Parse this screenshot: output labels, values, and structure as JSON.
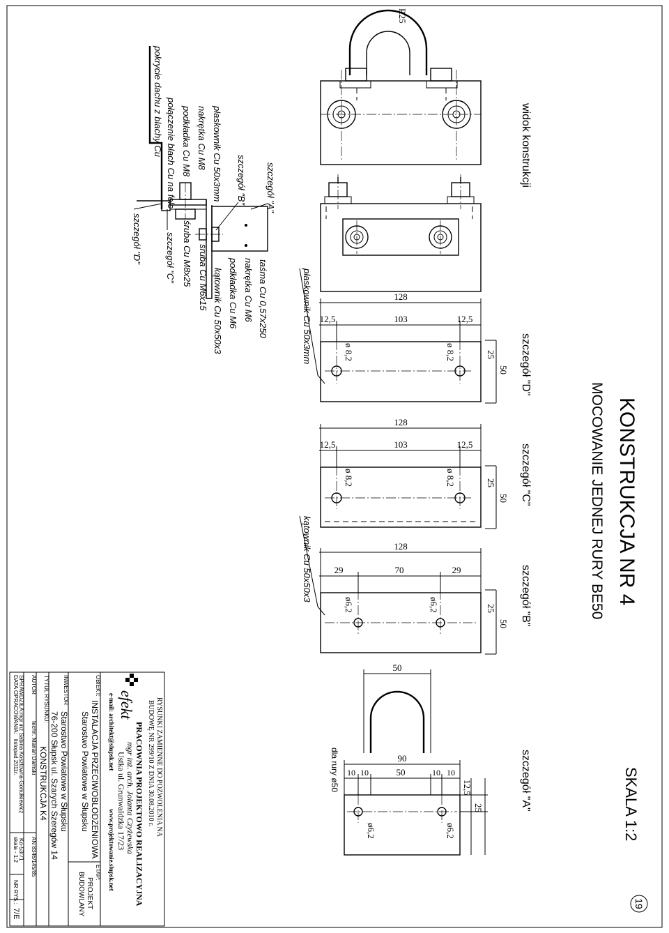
{
  "sheet": {
    "page_number": "19",
    "title": "KONSTRUKCJA NR 4",
    "subtitle": "MOCOWANIE JEDNEJ RURY BE50",
    "scale": "SKALA 1:2",
    "edge_mark": "R25"
  },
  "views": {
    "construction": "widok konstrukcji",
    "detail_A": "szczegół \"A\"",
    "detail_B": "szczegół \"B\"",
    "detail_C": "szczegół \"C\"",
    "detail_D": "szczegół \"D\""
  },
  "section_labels": [
    "pokrycie dachu z blachy Cu",
    "połączenie blach Cu na felc",
    "podkładka Cu M8",
    "nakrętka Cu M8",
    "płaskownik Cu  50x3mm",
    "szczegół \"B\"",
    "szczegół \"A\"",
    "szczegół \"D\"",
    "szczegół \"C\"",
    "śruba Cu M8x25",
    "śruba Cu M6x15",
    "kątownik Cu 50x50x3",
    "podkładka Cu M6",
    "nakrętka Cu  M6",
    "taśma Cu 0,57x250"
  ],
  "leaders": {
    "plaskownik": "płaskownik Cu  50x3mm",
    "katownik": "kątownik Cu 50x50x3",
    "pipe_note": "dla rury ø50"
  },
  "dims": {
    "d128": "128",
    "d103": "103",
    "d12_5": "12,5",
    "d25": "25",
    "d50": "50",
    "d70": "70",
    "d29": "29",
    "d90": "90",
    "d10": "10",
    "hole8": "ø 8,2",
    "hole6": "ø6,2"
  },
  "title_block": {
    "approval_line1": "RYSUNKI ZAMIENNE DO POZWOLENIA NA",
    "approval_line2": "BUDOWĘ NR 299/10 Z DNIA 30.08.2010 r.",
    "logo": "efekt",
    "office": "PRACOWNIA PROJEKTOWO REALIZACYJNA",
    "architect": "mgr inż. arch. Jolanta Czyżewska",
    "address": "Ustka  ul. Grunwaldzka 17/23",
    "email": "e-mail: architekt@slupsk.net",
    "web": "www.projektowanie.slupsk.net",
    "object_label": "OBIEKT:",
    "object_line1": "INSTALACJA PRZECIWOBLODZENIOWA",
    "object_line2": "Starostwo Powiatowe w Słupsku",
    "etap_label": "ETAP:",
    "etap_line1": "PROJEKT",
    "etap_line2": "BUDOWLANY",
    "investor_label": "INWESTOR",
    "investor_line1": "Starostwo Powiatowe w Słupsku",
    "investor_line2": "76-200 Słupsk ul. Szarych Szeregów 14",
    "drawing_title_label": "TYTUŁ RYSUNKU:",
    "drawing_title": "KONSTRUKCJA K4",
    "author_label": "AUTOR",
    "author": "techn. Marian Damski",
    "author_no": "AN 8346/145/85",
    "checked_label": "SPRAWDZIŁA:",
    "checked": "mgr inż Sabina Kosztowna-Gonułkiewicz",
    "checked_no": "Ko-53/71",
    "date_label": "DATA OPRACOWANIA:",
    "date": "listopad 2011r.",
    "scale_cell": "skala  - 1:2",
    "sheet_no_label": "NR RYS.:",
    "sheet_no": "7/E"
  }
}
